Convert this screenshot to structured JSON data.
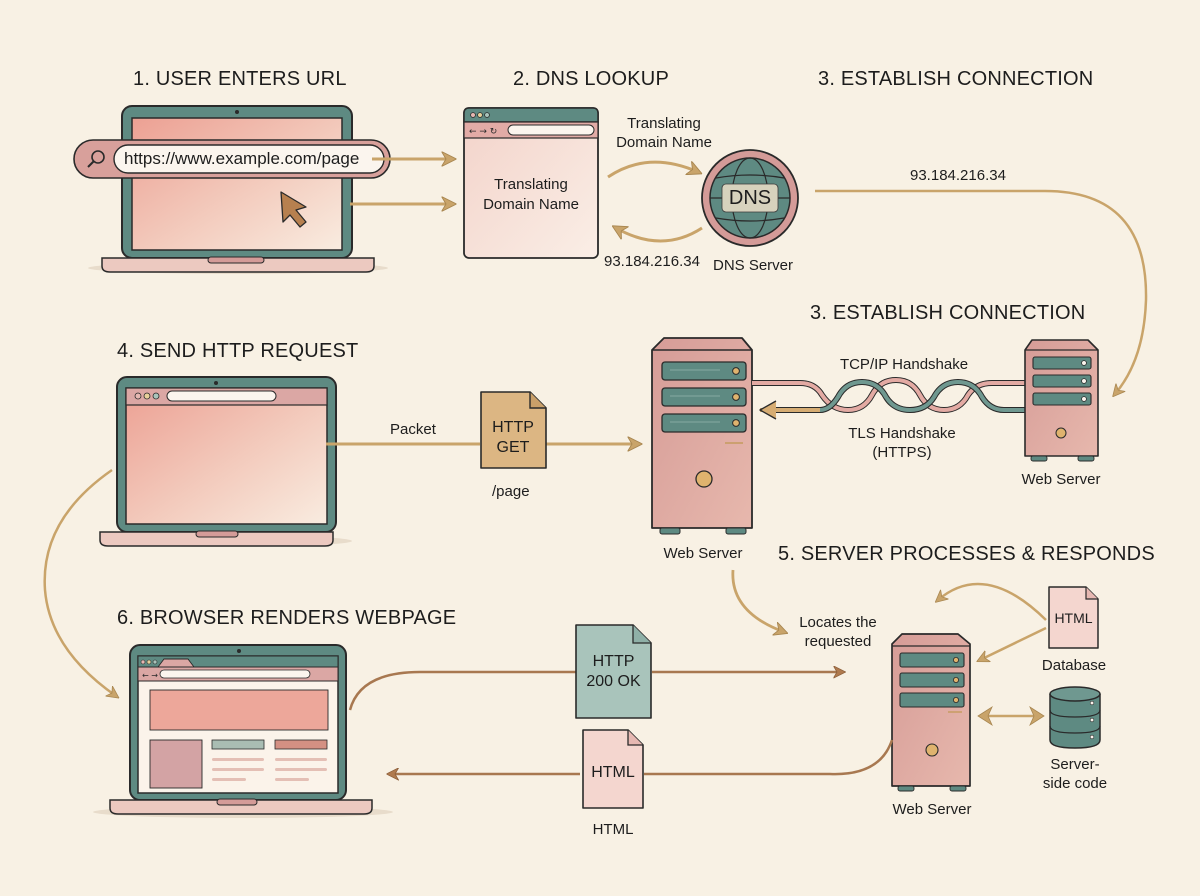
{
  "colors": {
    "background": "#f8f1e4",
    "teal": "#5e8a82",
    "teal_dark": "#4f7670",
    "rose": "#d49b98",
    "rose_light": "#e6b8b2",
    "screen_pink": "#eda79a",
    "gold": "#c9a46a",
    "brown_arrow": "#a87850",
    "outline": "#2a2a2a",
    "packet_tan": "#dcb683",
    "ok_teal": "#a9c4bb",
    "html_doc": "#f4d6cf"
  },
  "steps": {
    "step1": {
      "title": "1. USER ENTERS URL",
      "url": "https://www.example.com/page"
    },
    "step2": {
      "title": "2. DNS LOOKUP",
      "browser_text_line1": "Translating",
      "browser_text_line2": "Domain Name",
      "arrow_top_line1": "Translating",
      "arrow_top_line2": "Domain Name",
      "ip_return": "93.184.216.34",
      "dns_badge": "DNS",
      "dns_server_label": "DNS Server"
    },
    "step3_top": {
      "title": "3. ESTABLISH CONNECTION",
      "ip": "93.184.216.34"
    },
    "step3": {
      "title": "3. ESTABLISH CONNECTION",
      "tcp_label": "TCP/IP Handshake",
      "tls_line1": "TLS Handshake",
      "tls_line2": "(HTTPS)",
      "server_label": "Web Server"
    },
    "step4": {
      "title": "4. SEND HTTP REQUEST",
      "packet_label": "Packet",
      "packet_line1": "HTTP",
      "packet_line2": "GET",
      "path_label": "/page",
      "server_label": "Web Server"
    },
    "step5": {
      "title": "5. SERVER PROCESSES & RESPONDS",
      "locates_line1": "Locates the",
      "locates_line2": "requested",
      "html_doc": "HTML",
      "database_label": "Database",
      "code_line1": "Server-",
      "code_line2": "side code",
      "server_label": "Web Server"
    },
    "step6": {
      "title": "6. BROWSER RENDERS WEBPAGE",
      "response_line1": "HTTP",
      "response_line2": "200 OK",
      "html_doc": "HTML",
      "html_label": "HTML"
    }
  }
}
